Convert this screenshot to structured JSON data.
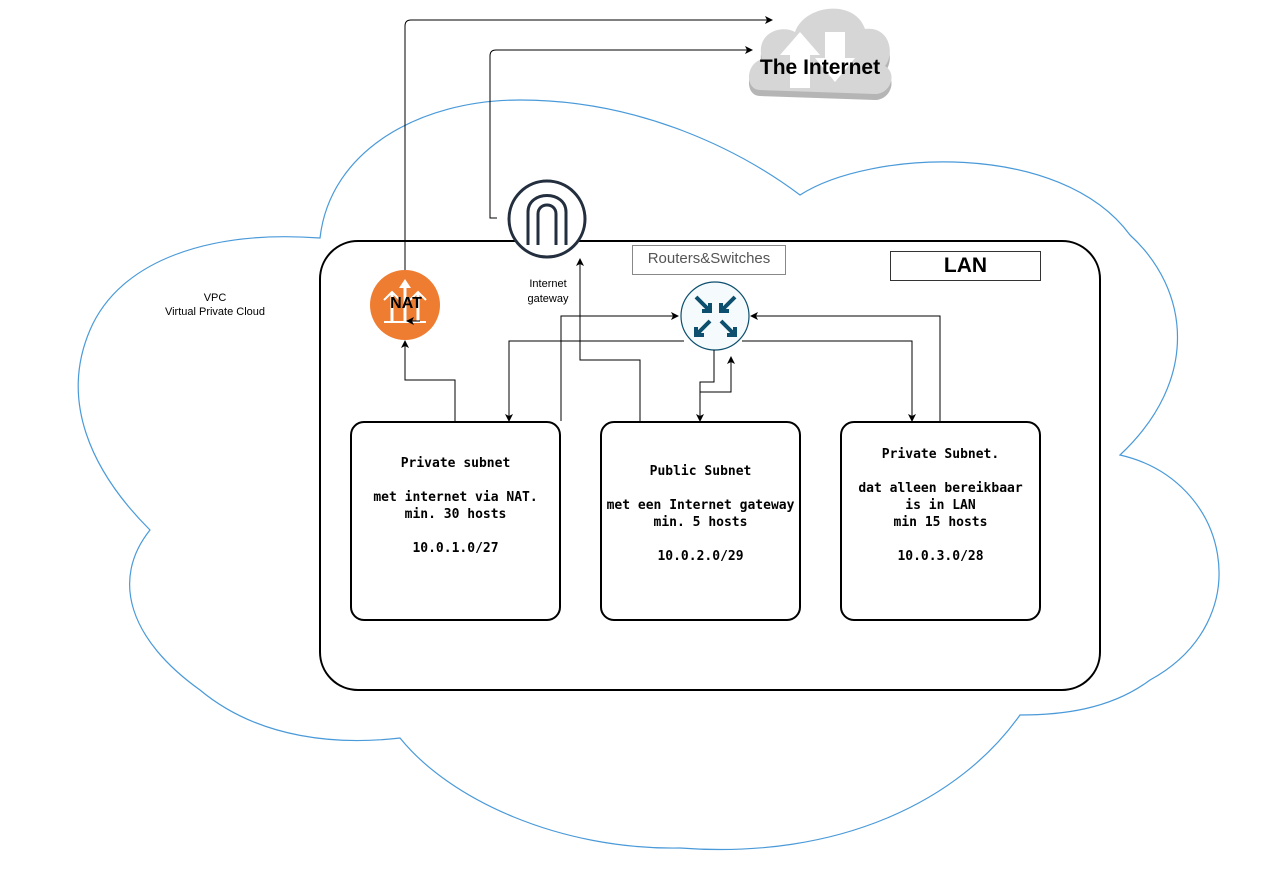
{
  "vpc": {
    "title": "VPC",
    "subtitle": "Virtual Private Cloud"
  },
  "internet": {
    "label": "The Internet"
  },
  "internet_gateway": {
    "line1": "Internet",
    "line2": "gateway"
  },
  "nat": {
    "label": "NAT"
  },
  "lan": {
    "label": "LAN"
  },
  "routers": {
    "label": "Routers&Switches"
  },
  "subnets": [
    {
      "title": "Private subnet",
      "line1": "met internet via NAT.",
      "line2": "min. 30 hosts",
      "cidr": "10.0.1.0/27"
    },
    {
      "title": "Public Subnet",
      "line1": "met een Internet gateway",
      "line2": "min. 5 hosts",
      "cidr": "10.0.2.0/29"
    },
    {
      "title": "Private Subnet.",
      "line1": "dat alleen bereikbaar",
      "line2": "is in LAN",
      "line3": "min 15 hosts",
      "cidr": "10.0.3.0/28"
    }
  ],
  "colors": {
    "vpc_outline": "#4a9ad9",
    "nat_fill": "#ee7c31",
    "router_arrows": "#0d4f6e",
    "internet_cloud": "#d6d6d6",
    "gateway_stroke": "#232f3e"
  }
}
